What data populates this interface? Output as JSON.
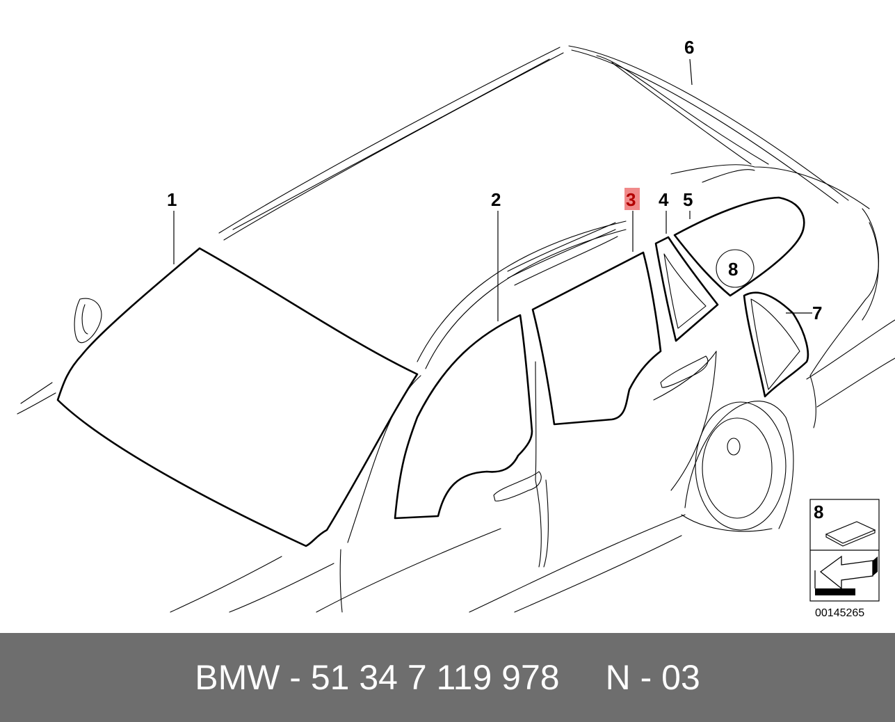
{
  "diagram": {
    "callouts": [
      {
        "id": "1",
        "label": "1"
      },
      {
        "id": "2",
        "label": "2"
      },
      {
        "id": "3",
        "label": "3",
        "highlighted": true
      },
      {
        "id": "4",
        "label": "4"
      },
      {
        "id": "5",
        "label": "5"
      },
      {
        "id": "6",
        "label": "6"
      },
      {
        "id": "7",
        "label": "7"
      },
      {
        "id": "8",
        "label": "8"
      }
    ],
    "legend_box": {
      "label": "8"
    },
    "document_number": "00145265",
    "highlight_color": "#f08a8a"
  },
  "footer": {
    "part_text": "BMW - 51 34 7 119 978",
    "ref_text": "N - 03",
    "background": "#6e6e6e"
  }
}
